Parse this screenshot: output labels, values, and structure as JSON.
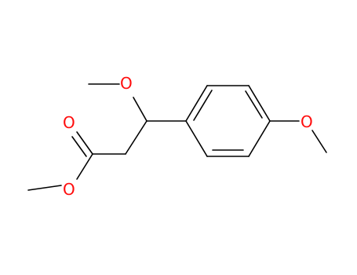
{
  "molecule": {
    "atoms": [
      {
        "id": "o_carbonyl",
        "element": "O",
        "label": "O"
      },
      {
        "id": "o_ester",
        "element": "O",
        "label": "O"
      },
      {
        "id": "o_benzylic_methoxy",
        "element": "O",
        "label": "O"
      },
      {
        "id": "o_aryl_methoxy",
        "element": "O",
        "label": "O"
      }
    ],
    "colors": {
      "bond": "#000000",
      "oxygen": "#ff0d0d"
    }
  }
}
